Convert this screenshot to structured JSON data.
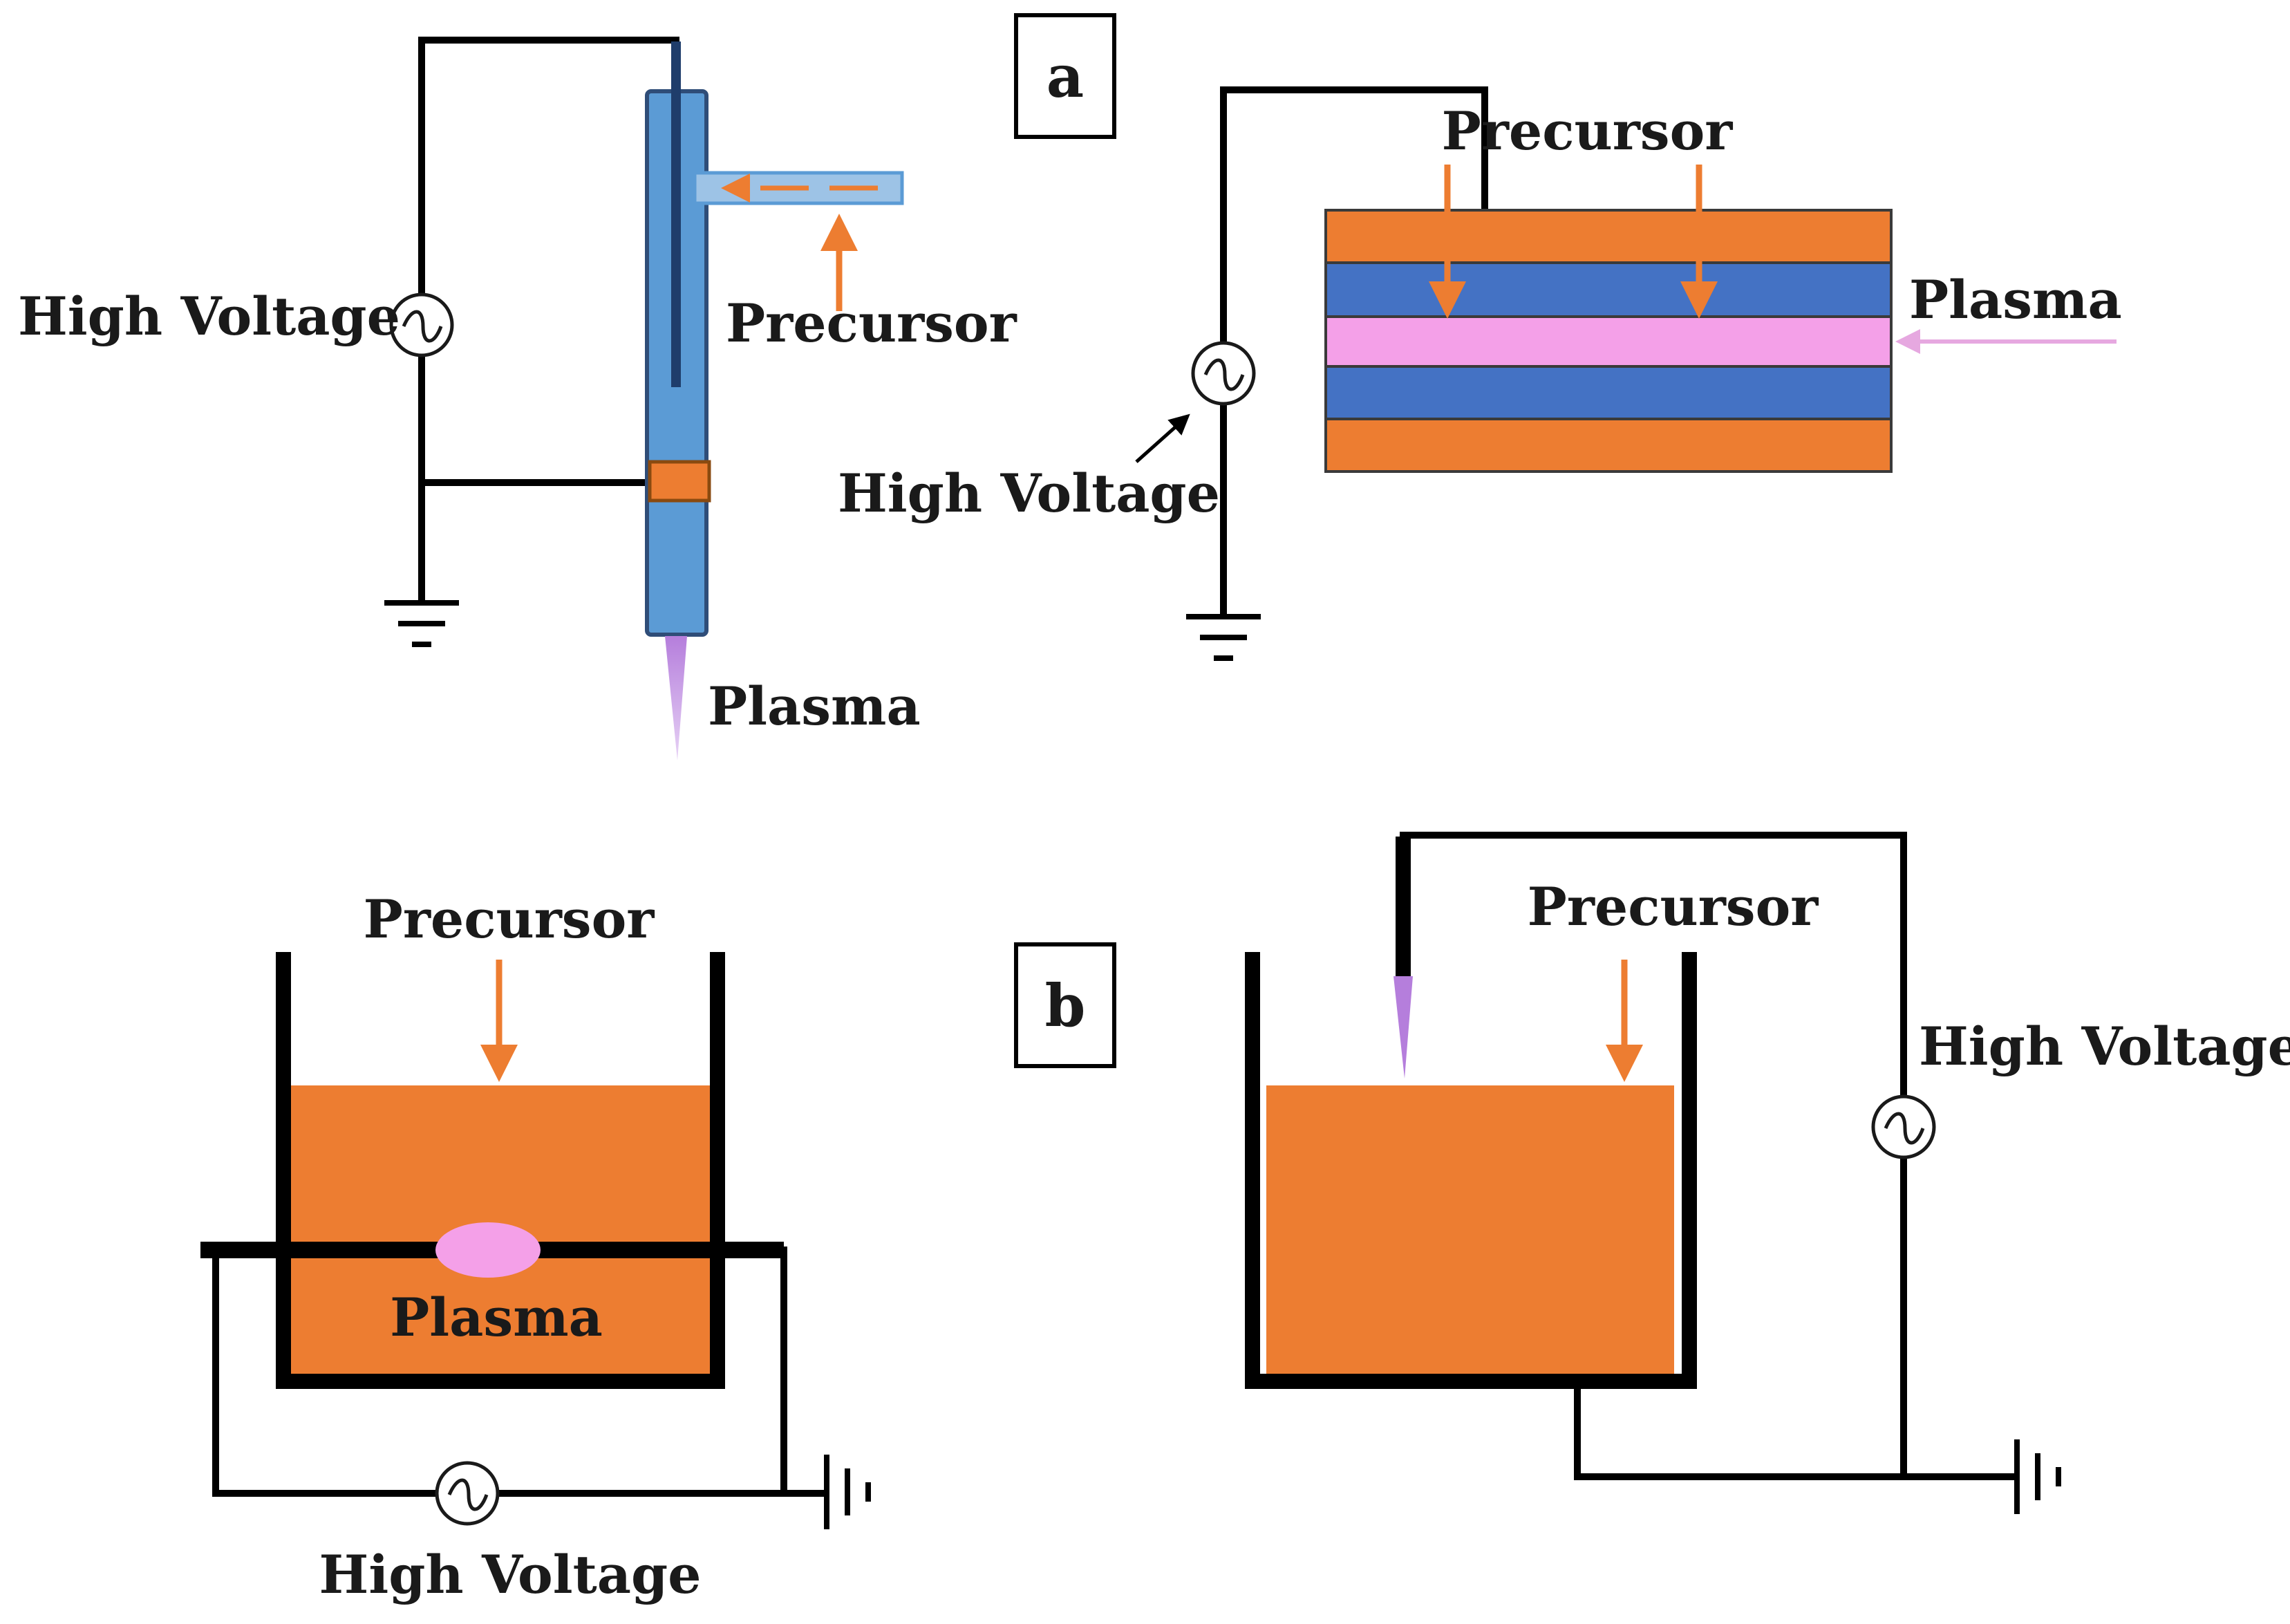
{
  "panels": {
    "a": {
      "letter": "a",
      "jet": {
        "high_voltage": "High Voltage",
        "precursor": "Precursor",
        "plasma": "Plasma"
      },
      "dbd": {
        "precursor": "Precursor",
        "plasma": "Plasma",
        "high_voltage": "High Voltage"
      }
    },
    "b": {
      "letter": "b",
      "submerged": {
        "precursor": "Precursor",
        "plasma": "Plasma",
        "high_voltage": "High Voltage"
      },
      "gas_liquid": {
        "precursor": "Precursor",
        "high_voltage": "High Voltage"
      }
    }
  },
  "colors": {
    "orange": "#ED7D31",
    "blue": "#4472C4",
    "light_blue": "#5B9BD5",
    "pink": "#F4A0E8",
    "plasma_violet": "#B57EDC",
    "wire": "#000000"
  },
  "icons": {
    "ac_source": "ac-source-icon",
    "ground": "ground-icon",
    "arrow": "arrow-icon"
  }
}
